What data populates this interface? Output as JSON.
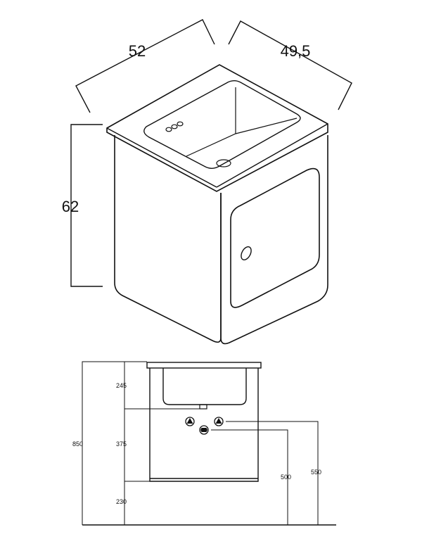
{
  "top_view": {
    "width_label": "52",
    "depth_label": "49,5",
    "height_label": "62"
  },
  "front_view": {
    "seg_top": "245",
    "seg_mid": "375",
    "seg_bottom": "230",
    "total_height": "850",
    "drain_height": "500",
    "supply_height": "550"
  }
}
